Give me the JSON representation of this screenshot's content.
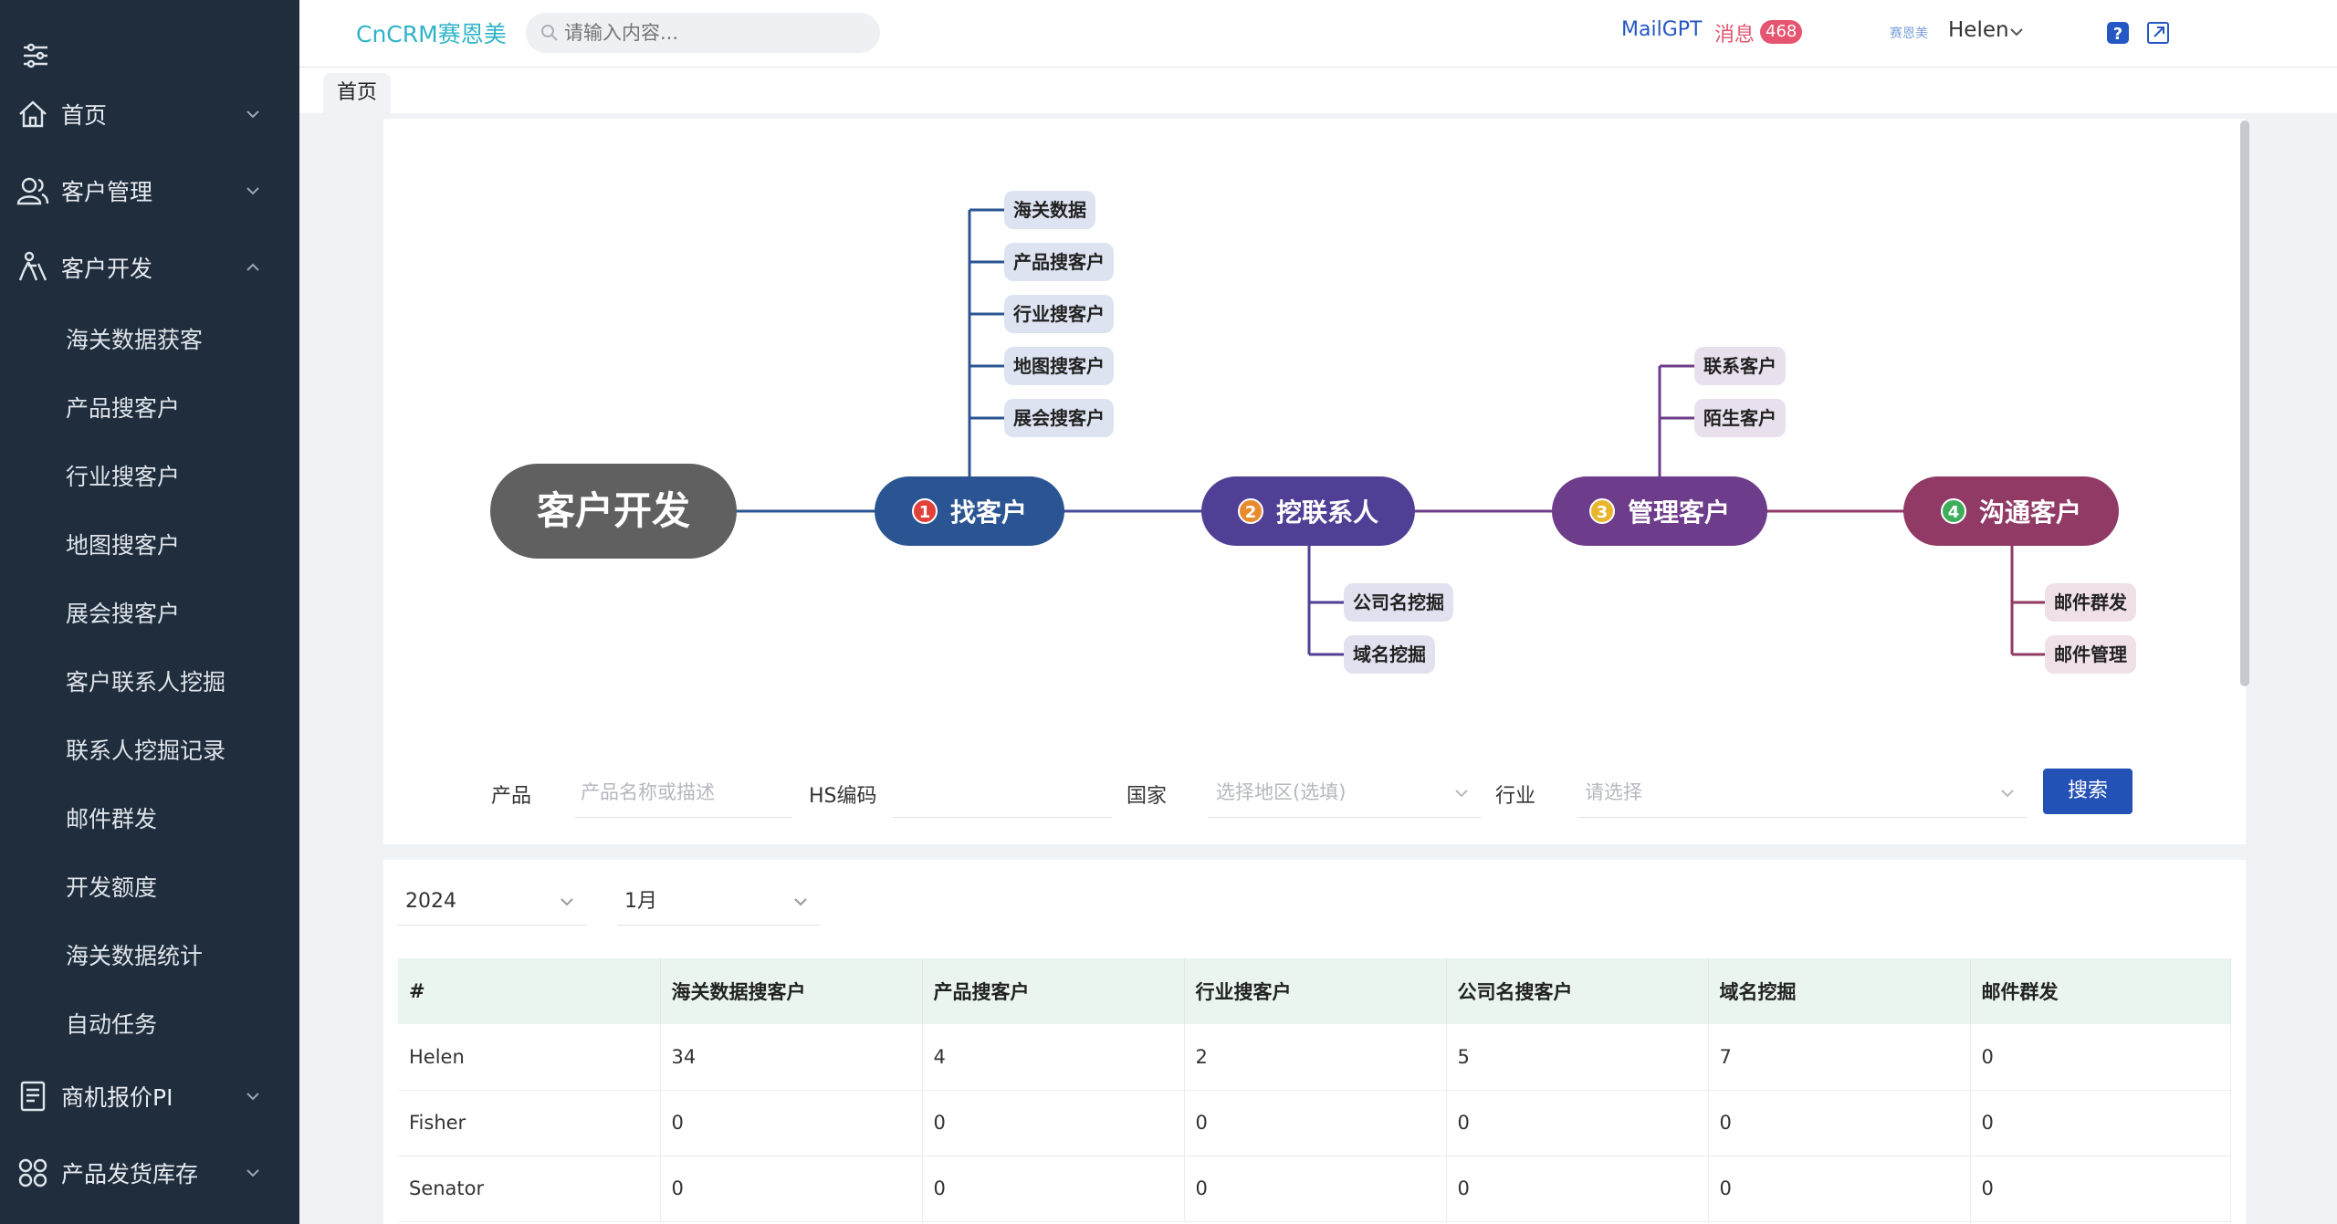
{
  "header": {
    "brand": "CnCRM赛恩美",
    "search_placeholder": "请输入内容...",
    "mailgpt": "MailGPT",
    "messages_label": "消息",
    "messages_count": "468",
    "tiny_text": "赛恩美",
    "user": "Helen"
  },
  "sidebar": {
    "groups": [
      {
        "label": "首页",
        "icon": "home-icon"
      },
      {
        "label": "客户管理",
        "icon": "users-icon"
      },
      {
        "label": "客户开发",
        "icon": "hiker-icon"
      },
      {
        "label": "商机报价PI",
        "icon": "document-icon"
      },
      {
        "label": "产品发货库存",
        "icon": "grid-icon"
      }
    ],
    "sub_items": [
      "海关数据获客",
      "产品搜客户",
      "行业搜客户",
      "地图搜客户",
      "展会搜客户",
      "客户联系人挖掘",
      "联系人挖掘记录",
      "邮件群发",
      "开发额度",
      "海关数据统计",
      "自动任务"
    ]
  },
  "tabs": [
    {
      "label": "首页"
    }
  ],
  "mindmap": {
    "root": "客户开发",
    "steps": [
      {
        "num": "1",
        "label": "找客户",
        "color": "#2b5592",
        "children": [
          "海关数据",
          "产品搜客户",
          "行业搜客户",
          "地图搜客户",
          "展会搜客户"
        ]
      },
      {
        "num": "2",
        "label": "挖联系人",
        "color": "#513f95",
        "children": [
          "公司名挖掘",
          "域名挖掘"
        ]
      },
      {
        "num": "3",
        "label": "管理客户",
        "color": "#6d3c8a",
        "children": [
          "联系客户",
          "陌生客户"
        ]
      },
      {
        "num": "4",
        "label": "沟通客户",
        "color": "#913a66",
        "children": [
          "邮件群发",
          "邮件管理"
        ]
      }
    ]
  },
  "filters": {
    "product_label": "产品",
    "product_placeholder": "产品名称或描述",
    "hs_label": "HS编码",
    "hs_value": "",
    "country_label": "国家",
    "country_placeholder": "选择地区(选填)",
    "industry_label": "行业",
    "industry_placeholder": "请选择",
    "search_button": "搜索"
  },
  "stats": {
    "year": "2024",
    "month": "1月",
    "columns": [
      "#",
      "海关数据搜客户",
      "产品搜客户",
      "行业搜客户",
      "公司名搜客户",
      "域名挖掘",
      "邮件群发"
    ],
    "rows": [
      [
        "Helen",
        "34",
        "4",
        "2",
        "5",
        "7",
        "0"
      ],
      [
        "Fisher",
        "0",
        "0",
        "0",
        "0",
        "0",
        "0"
      ],
      [
        "Senator",
        "0",
        "0",
        "0",
        "0",
        "0",
        "0"
      ]
    ]
  }
}
